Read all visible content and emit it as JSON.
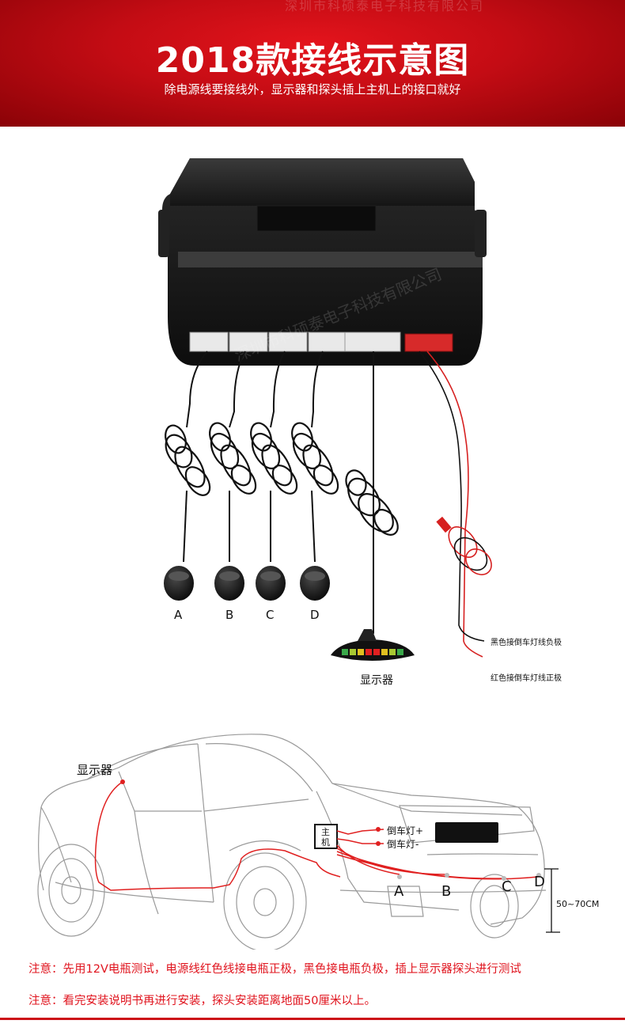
{
  "header": {
    "title": "2018款接线示意图",
    "subtitle": "除电源线要接线外，显示器和探头插上主机上的接口就好"
  },
  "watermark": "深圳市科硕泰电子科技有限公司",
  "wiring": {
    "sensor_labels": [
      "A",
      "B",
      "C",
      "D"
    ],
    "display_label": "显示器",
    "black_wire_label": "黑色接倒车灯线负极",
    "red_wire_label": "红色接倒车灯线正极"
  },
  "car": {
    "display_label": "显示器",
    "host_label": "主机",
    "reverse_plus": "倒车灯+",
    "reverse_minus": "倒车灯-",
    "sensor_labels": [
      "A",
      "B",
      "C",
      "D"
    ],
    "height_label": "50~70CM"
  },
  "notes": [
    "注意：先用12V电瓶测试，电源线红色线接电瓶正极，黑色接电瓶负极，插上显示器探头进行测试",
    "注意：看完安装说明书再进行安装，探头安装距离地面50厘米以上。"
  ],
  "colors": {
    "banner": "#c40c14",
    "note": "#e0141e",
    "wire_red": "#e02020"
  }
}
